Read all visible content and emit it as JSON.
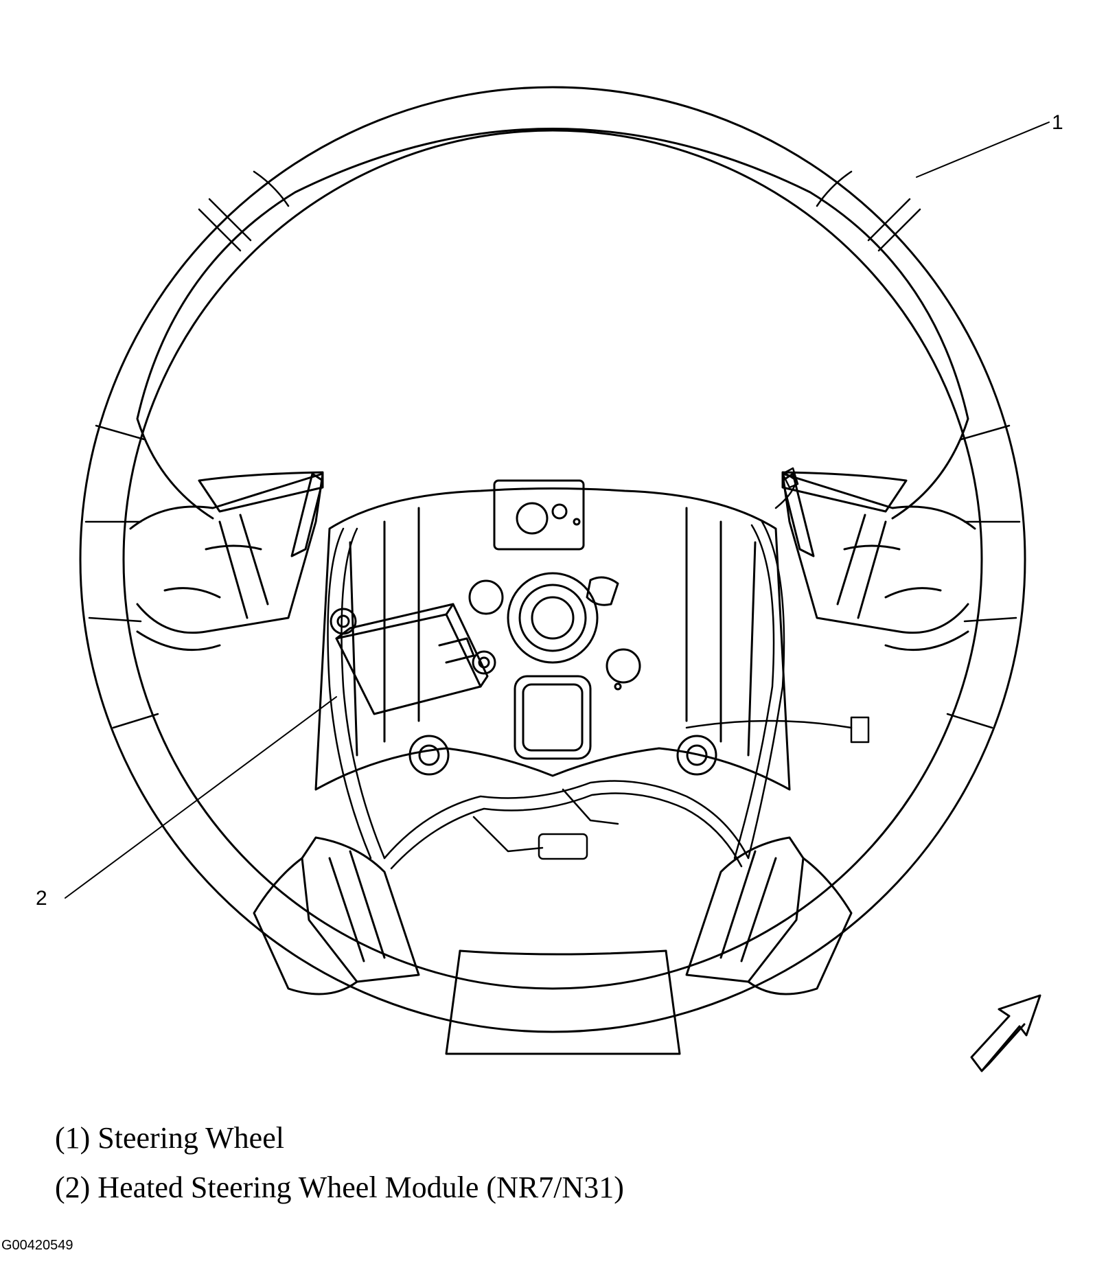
{
  "callouts": [
    {
      "number": "1",
      "label": "(1) Steering Wheel"
    },
    {
      "number": "2",
      "label": "(2) Heated Steering Wheel Module (NR7/N31)"
    }
  ],
  "figure_id": "G00420549",
  "icons": {
    "direction_arrow": "front-direction-arrow-icon"
  },
  "colors": {
    "line": "#000000",
    "background": "#ffffff"
  }
}
